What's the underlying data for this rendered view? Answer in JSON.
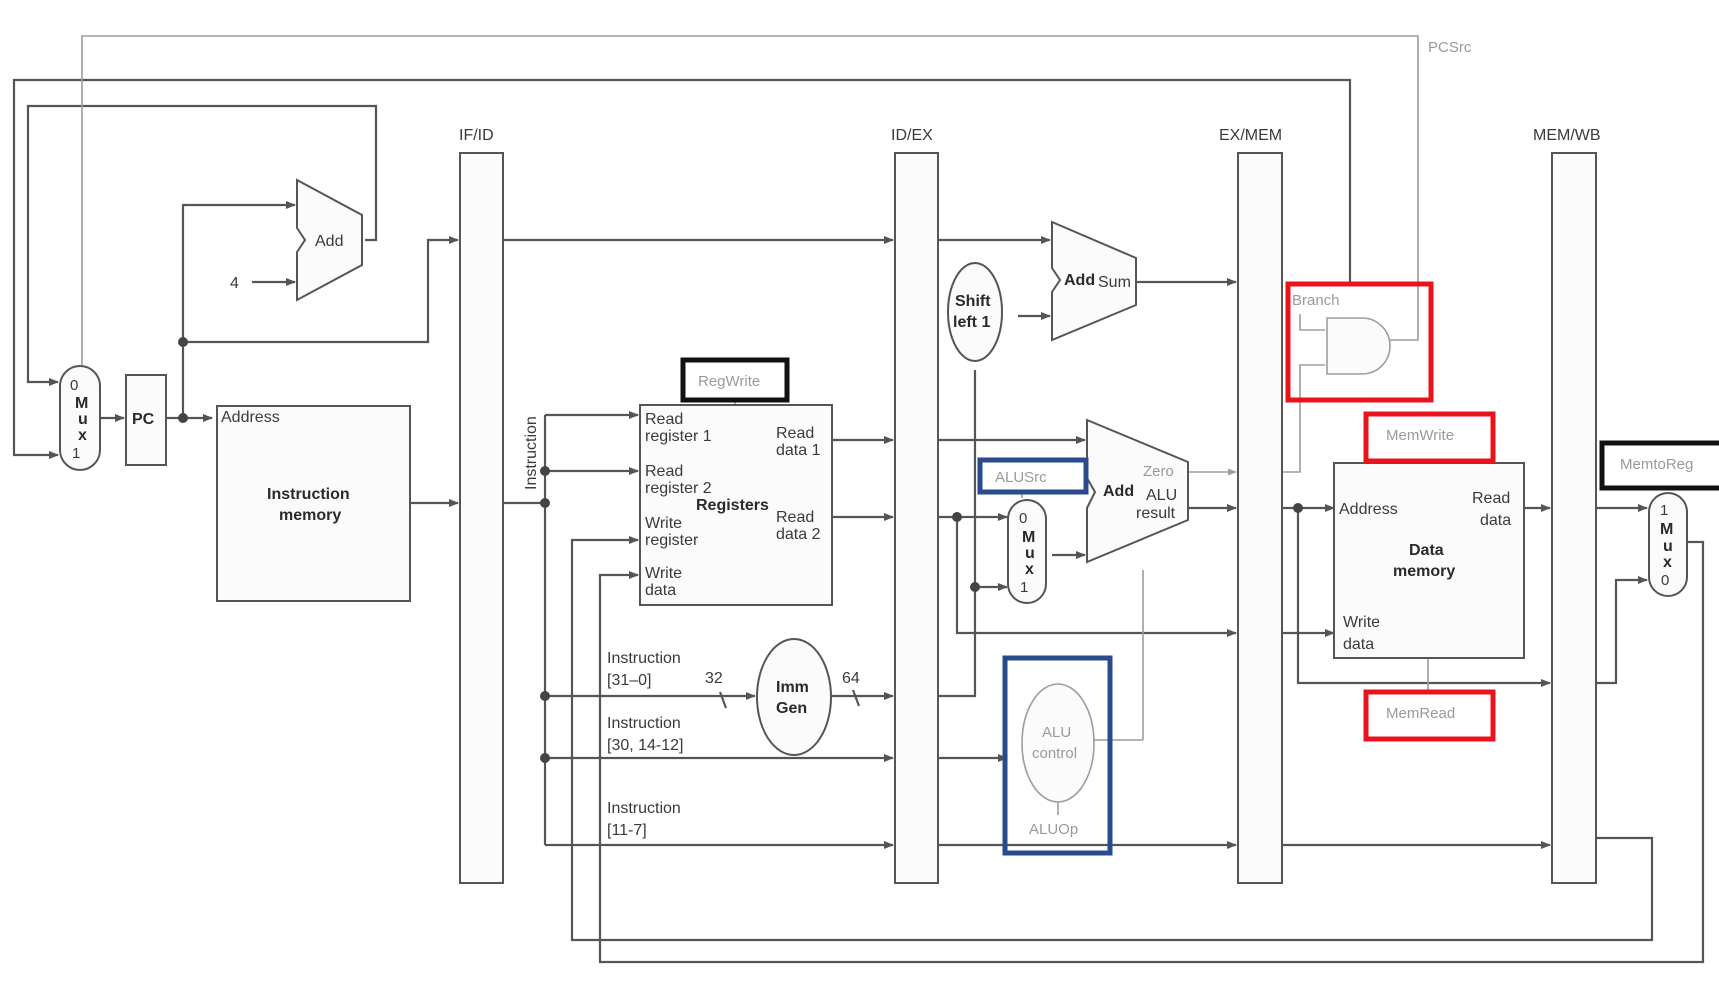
{
  "pipeline_registers": {
    "if_id": "IF/ID",
    "id_ex": "ID/EX",
    "ex_mem": "EX/MEM",
    "mem_wb": "MEM/WB"
  },
  "pc": "PC",
  "constant_four": "4",
  "pc_adder": "Add",
  "pc_mux": {
    "top": "0",
    "m": "M",
    "u": "u",
    "x": "x",
    "bottom": "1"
  },
  "instruction_memory": {
    "address": "Address",
    "title_line1": "Instruction",
    "title_line2": "memory"
  },
  "instruction_bus": "Instruction",
  "registers": {
    "read_register_1": [
      "Read",
      "register 1"
    ],
    "read_register_2": [
      "Read",
      "register 2"
    ],
    "write_register": [
      "Write",
      "register"
    ],
    "write_data": [
      "Write",
      "data"
    ],
    "read_data_1": [
      "Read",
      "data 1"
    ],
    "read_data_2": [
      "Read",
      "data 2"
    ],
    "title": "Registers"
  },
  "imm_gen": {
    "line1": "Imm",
    "line2": "Gen",
    "in_width": "32",
    "out_width": "64"
  },
  "instruction_fields": [
    {
      "line1": "Instruction",
      "line2": "[31–0]"
    },
    {
      "line1": "Instruction",
      "line2": "[30, 14-12]"
    },
    {
      "line1": "Instruction",
      "line2": "[11-7]"
    }
  ],
  "shift_left": {
    "line1": "Shift",
    "line2": "left 1"
  },
  "branch_adder": {
    "add": "Add",
    "sum": "Sum"
  },
  "alu": {
    "add": "Add",
    "zero": "Zero",
    "result_line1": "ALU",
    "result_line2": "result"
  },
  "alu_mux": {
    "top": "0",
    "m": "M",
    "u": "u",
    "x": "x",
    "bottom": "1"
  },
  "alu_control": {
    "line1": "ALU",
    "line2": "control"
  },
  "data_memory": {
    "address": "Address",
    "read_data": [
      "Read",
      "data"
    ],
    "write_data": [
      "Write",
      "data"
    ],
    "title_line1": "Data",
    "title_line2": "memory"
  },
  "wb_mux": {
    "top": "1",
    "m": "M",
    "u": "u",
    "x": "x",
    "bottom": "0"
  },
  "control_signals": {
    "pcsrc": "PCSrc",
    "branch": "Branch",
    "regwrite": "RegWrite",
    "alusrc": "ALUSrc",
    "aluop": "ALUOp",
    "memwrite": "MemWrite",
    "memread": "MemRead",
    "memtoreg": "MemtoReg"
  },
  "highlight_colors": {
    "black": "#111111",
    "red": "#e8141c",
    "blue": "#2a4a8c"
  }
}
